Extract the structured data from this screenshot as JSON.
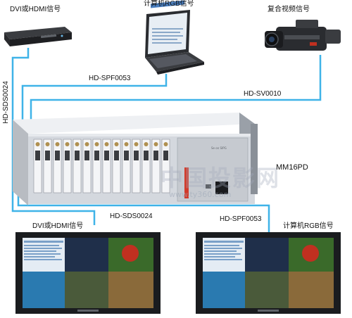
{
  "sources": {
    "dvd_player": {
      "label": "DVI或HDMI信号"
    },
    "laptop": {
      "label": "计算机RGB信号"
    },
    "camcorder": {
      "label": "复合视频信号"
    }
  },
  "cables": {
    "top_left": "HD-SPF0053",
    "top_right": "HD-SV0010",
    "left_vertical": "HD-SDS0024",
    "bottom_left": "HD-SDS0024",
    "bottom_right": "HD-SPF0053"
  },
  "device": {
    "model": "MM16PD"
  },
  "displays": {
    "left": {
      "label": "DVI或HDMI信号"
    },
    "right": {
      "label": "计算机RGB信号"
    }
  },
  "watermark": {
    "text": "中国投影网",
    "url": "www.ty360.com"
  },
  "colors": {
    "cable": "#3fb3e8",
    "chassis": "#d4d8de",
    "chassis_dark": "#4a4d52",
    "monitor": "#1a1c1f",
    "accent_red": "#d23a2a"
  },
  "icons": {
    "dvd": "dvd-player-icon",
    "laptop": "laptop-icon",
    "camera": "camcorder-icon",
    "chassis": "matrix-switcher-chassis",
    "monitor": "monitor-icon"
  }
}
